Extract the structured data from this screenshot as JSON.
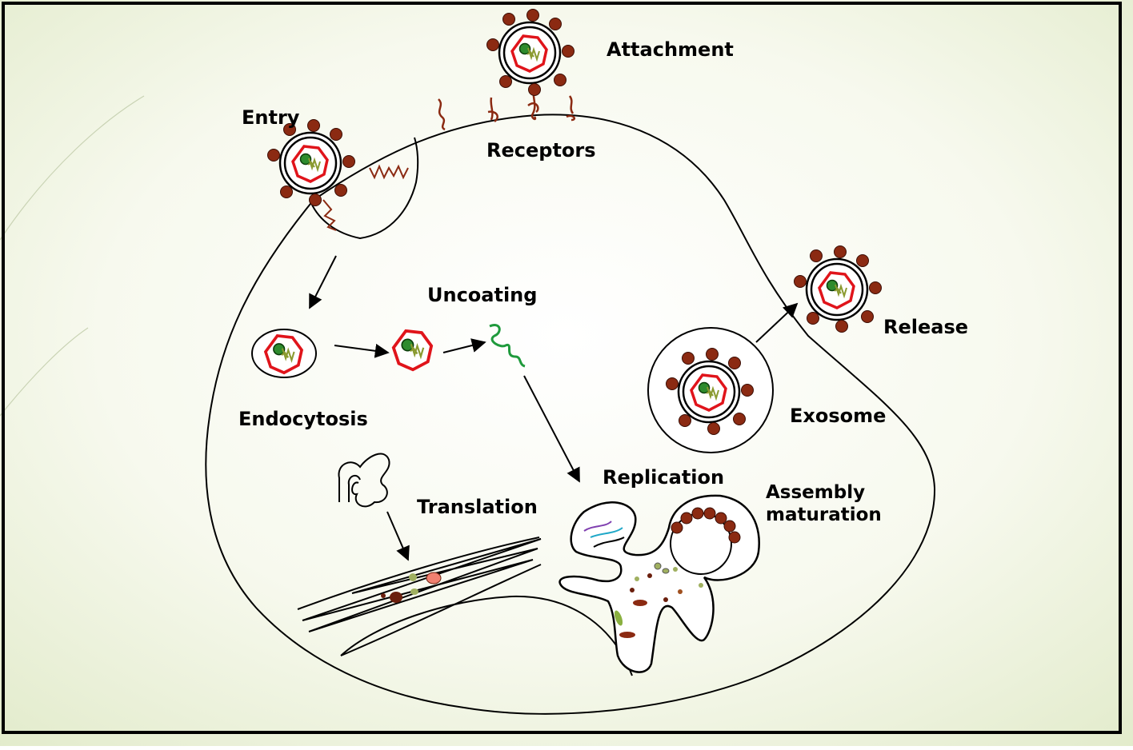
{
  "labels": {
    "attachment": "Attachment",
    "entry": "Entry",
    "receptors": "Receptors",
    "uncoating": "Uncoating",
    "release": "Release",
    "endocytosis": "Endocytosis",
    "exosome": "Exosome",
    "replication": "Replication",
    "assembly_line1": "Assembly",
    "assembly_line2": "maturation",
    "translation": "Translation"
  },
  "colors": {
    "background_center": "#ffffff",
    "background_edge": "#e2ebcb",
    "frame": "#000000",
    "spike": "#8b2a12",
    "capsid": "#e0141b",
    "genome_dot": "#2e8b2e",
    "genome_strand": "#8a9a30",
    "receptor": "#8b2a12",
    "rna": "#1f9a3c"
  },
  "icons": {
    "virion": "virus-particle-icon",
    "receptor": "receptor-squiggle-icon",
    "rna": "rna-strand-icon",
    "ribosome": "ribosome-icon"
  }
}
